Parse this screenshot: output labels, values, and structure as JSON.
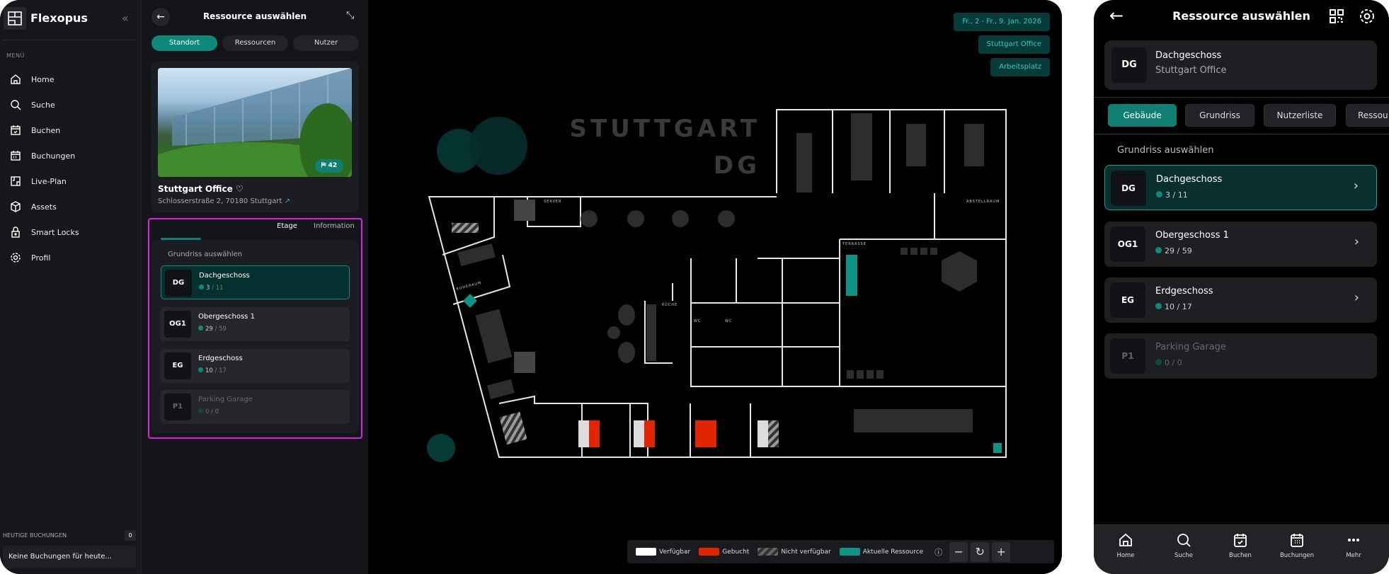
{
  "sidebar": {
    "brand": "Flexopus",
    "collapse_icon": "«",
    "menu_label": "MENÜ",
    "items": [
      {
        "label": "Home"
      },
      {
        "label": "Suche"
      },
      {
        "label": "Buchen"
      },
      {
        "label": "Buchungen"
      },
      {
        "label": "Live-Plan"
      },
      {
        "label": "Assets"
      },
      {
        "label": "Smart Locks"
      },
      {
        "label": "Profil"
      }
    ],
    "today_label": "HEUTIGE BUCHUNGEN",
    "today_count": "0",
    "today_empty": "Keine Buchungen für heute..."
  },
  "panel": {
    "back": "←",
    "title": "Ressource auswählen",
    "collapse": "⤡",
    "segments": [
      "Standort",
      "Ressourcen",
      "Nutzer"
    ],
    "location": {
      "name": "Stuttgart Office",
      "address": "Schlosserstraße 2, 70180 Stuttgart",
      "badge": "42"
    },
    "tabs": [
      "Etage",
      "Information"
    ],
    "section_label": "Grundriss auswählen",
    "floors": [
      {
        "code": "DG",
        "name": "Dachgeschoss",
        "available": "3",
        "total": "11"
      },
      {
        "code": "OG1",
        "name": "Obergeschoss 1",
        "available": "29",
        "total": "59"
      },
      {
        "code": "EG",
        "name": "Erdgeschoss",
        "available": "10",
        "total": "17"
      },
      {
        "code": "P1",
        "name": "Parking Garage",
        "available": "0",
        "total": "0"
      }
    ]
  },
  "map": {
    "chips": [
      "Fr., 2 - Fr., 9. Jan. 2026",
      "Stuttgart Office",
      "Arbeitsplatz"
    ],
    "watermark_city": "STUTTGART",
    "watermark_floor": "DG",
    "rooms": {
      "server": "SERVER",
      "ruheraum": "RUHERAUM",
      "kueche": "KÜCHE",
      "wc1": "WC",
      "wc2": "WC",
      "abstellraum": "ABSTELLRAUM",
      "terrasse": "TERRASSE"
    },
    "legend": [
      {
        "label": "Verfügbar",
        "color": "#ffffff"
      },
      {
        "label": "Gebucht",
        "color": "#e32400"
      },
      {
        "label": "Nicht verfügbar",
        "color": "#555555"
      },
      {
        "label": "Aktuelle Ressource",
        "color": "#0e9484"
      }
    ],
    "zoom_out": "−",
    "reset": "↻",
    "zoom_in": "+"
  },
  "phone": {
    "title": "Ressource auswählen",
    "back": "←",
    "current": {
      "code": "DG",
      "name": "Dachgeschoss",
      "location": "Stuttgart Office"
    },
    "chips": [
      "Gebäude",
      "Grundriss",
      "Nutzerliste",
      "Ressou"
    ],
    "section_label": "Grundriss auswählen",
    "floors": [
      {
        "code": "DG",
        "name": "Dachgeschoss",
        "available": "3",
        "total": "11"
      },
      {
        "code": "OG1",
        "name": "Obergeschoss 1",
        "available": "29",
        "total": "59"
      },
      {
        "code": "EG",
        "name": "Erdgeschoss",
        "available": "10",
        "total": "17"
      },
      {
        "code": "P1",
        "name": "Parking Garage",
        "available": "0",
        "total": "0"
      }
    ],
    "chevron": "›",
    "nav": [
      "Home",
      "Suche",
      "Buchen",
      "Buchungen",
      "Mehr"
    ]
  },
  "colors": {
    "accent": "#0e8a7a",
    "booked": "#e32400",
    "highlight": "#e21ee8"
  }
}
